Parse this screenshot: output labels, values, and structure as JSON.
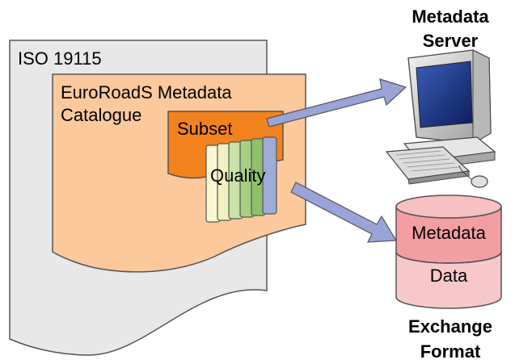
{
  "iso_label": "ISO 19115",
  "catalogue": {
    "line1": "EuroRoadS Metadata",
    "line2": "Catalogue"
  },
  "subset_label": "Subset",
  "quality_label": "Quality",
  "server": {
    "line1": "Metadata",
    "line2": "Server"
  },
  "exchange": {
    "metadata_label": "Metadata",
    "data_label": "Data",
    "line1": "Exchange",
    "line2": "Format"
  },
  "colors": {
    "iso_doc": "#e8e8e8",
    "catalogue": "#fbc99c",
    "subset": "#f2821e",
    "quality_strips": [
      "#fbf7d0",
      "#f3f1c0",
      "#c9e2a9",
      "#a6cf82",
      "#8fc06a",
      "#9eabd6"
    ],
    "arrow": "#9aa4d8",
    "cylinder_top": "#f39ea0",
    "cylinder_body": "#f7c8ca"
  }
}
